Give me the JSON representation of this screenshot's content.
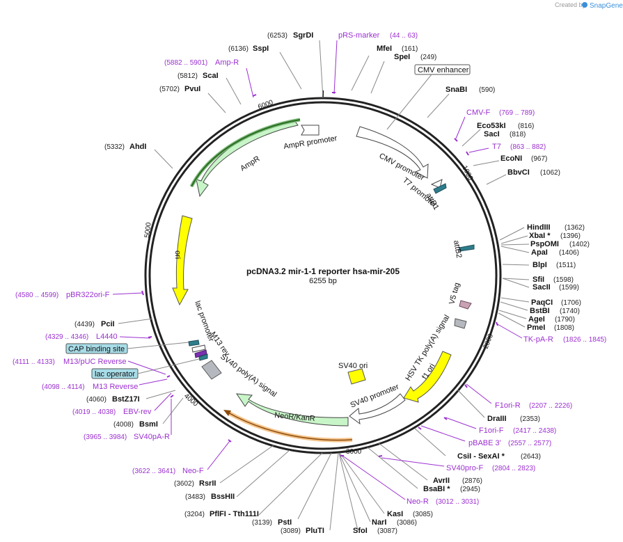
{
  "credit": {
    "prefix": "Created by",
    "brand": "SnapGene"
  },
  "plasmid": {
    "name": "pcDNA3.2 mir-1-1 reporter hsa-mir-205",
    "length": "6255 bp"
  },
  "ticks": [
    "6000",
    "1000",
    "2000",
    "3000",
    "4000",
    "5000"
  ],
  "enzymes": [
    {
      "name": "SgrDI",
      "pos": "(6253)"
    },
    {
      "name": "SspI",
      "pos": "(6136)"
    },
    {
      "name": "ScaI",
      "pos": "(5812)"
    },
    {
      "name": "PvuI",
      "pos": "(5702)"
    },
    {
      "name": "AhdI",
      "pos": "(5332)"
    },
    {
      "name": "MfeI",
      "pos": "(161)"
    },
    {
      "name": "SpeI",
      "pos": "(249)"
    },
    {
      "name": "SnaBI",
      "pos": "(590)"
    },
    {
      "name": "Eco53kI",
      "pos": "(816)"
    },
    {
      "name": "SacI",
      "pos": "(818)"
    },
    {
      "name": "EcoNI",
      "pos": "(967)"
    },
    {
      "name": "BbvCI",
      "pos": "(1062)"
    },
    {
      "name": "HindIII",
      "pos": "(1362)"
    },
    {
      "name": "XbaI *",
      "pos": "(1396)"
    },
    {
      "name": "PspOMI",
      "pos": "(1402)"
    },
    {
      "name": "ApaI",
      "pos": "(1406)"
    },
    {
      "name": "BlpI",
      "pos": "(1511)"
    },
    {
      "name": "SfiI",
      "pos": "(1598)"
    },
    {
      "name": "SacII",
      "pos": "(1599)"
    },
    {
      "name": "PaqCI",
      "pos": "(1706)"
    },
    {
      "name": "BstBI",
      "pos": "(1740)"
    },
    {
      "name": "AgeI",
      "pos": "(1790)"
    },
    {
      "name": "PmeI",
      "pos": "(1808)"
    },
    {
      "name": "DraIII",
      "pos": "(2353)"
    },
    {
      "name": "CsiI  - SexAI *",
      "pos": "(2643)"
    },
    {
      "name": "AvrII",
      "pos": "(2876)"
    },
    {
      "name": "BsaBI *",
      "pos": "(2945)"
    },
    {
      "name": "KasI",
      "pos": "(3085)"
    },
    {
      "name": "NarI",
      "pos": "(3086)"
    },
    {
      "name": "SfoI",
      "pos": "(3087)"
    },
    {
      "name": "PluTI",
      "pos": "(3089)"
    },
    {
      "name": "PstI",
      "pos": "(3139)"
    },
    {
      "name": "PflFI  - Tth111I",
      "pos": "(3204)"
    },
    {
      "name": "BssHII",
      "pos": "(3483)"
    },
    {
      "name": "RsrII",
      "pos": "(3602)"
    },
    {
      "name": "BsmI",
      "pos": "(4008)"
    },
    {
      "name": "BstZ17I",
      "pos": "(4060)"
    },
    {
      "name": "PciI",
      "pos": "(4439)"
    }
  ],
  "primers": [
    {
      "name": "pRS-marker",
      "range": "(44 .. 63)"
    },
    {
      "name": "Amp-R",
      "range": "(5882 .. 5901)"
    },
    {
      "name": "CMV-F",
      "range": "(769 .. 789)"
    },
    {
      "name": "T7",
      "range": "(863 .. 882)"
    },
    {
      "name": "TK-pA-R",
      "range": "(1826 .. 1845)"
    },
    {
      "name": "F1ori-R",
      "range": "(2207 .. 2226)"
    },
    {
      "name": "F1ori-F",
      "range": "(2417 .. 2438)"
    },
    {
      "name": "pBABE 3'",
      "range": "(2557 .. 2577)"
    },
    {
      "name": "SV40pro-F",
      "range": "(2804 .. 2823)"
    },
    {
      "name": "Neo-R",
      "range": "(3012 .. 3031)"
    },
    {
      "name": "Neo-F",
      "range": "(3622 .. 3641)"
    },
    {
      "name": "SV40pA-R",
      "range": "(3965 .. 3984)"
    },
    {
      "name": "EBV-rev",
      "range": "(4019 .. 4038)"
    },
    {
      "name": "M13 Reverse",
      "range": "(4098 .. 4114)"
    },
    {
      "name": "M13/pUC Reverse",
      "range": "(4111 .. 4133)"
    },
    {
      "name": "L4440",
      "range": "(4329 .. 4346)"
    },
    {
      "name": "pBR322ori-F",
      "range": "(4580 .. 4599)"
    }
  ],
  "boxed_features": [
    "CMV enhancer",
    "CAP binding site",
    "lac operator"
  ],
  "features": [
    "AmpR promoter",
    "AmpR",
    "CMV promoter",
    "T7 promoter",
    "attB1",
    "attB2",
    "ori",
    "V5 tag",
    "lac promoter",
    "M13 rev",
    "SV40 poly(A) signal",
    "HSV TK poly(A) signal",
    "f1 ori",
    "SV40 ori",
    "SV40 promoter",
    "NeoR/KanR"
  ],
  "colors": {
    "primer": "#9b2fd0",
    "ampr": "#c8f5c8",
    "ori": "#ffff00",
    "neo_highlight": "#f5c48a",
    "amp_highlight": "#7db87d"
  }
}
